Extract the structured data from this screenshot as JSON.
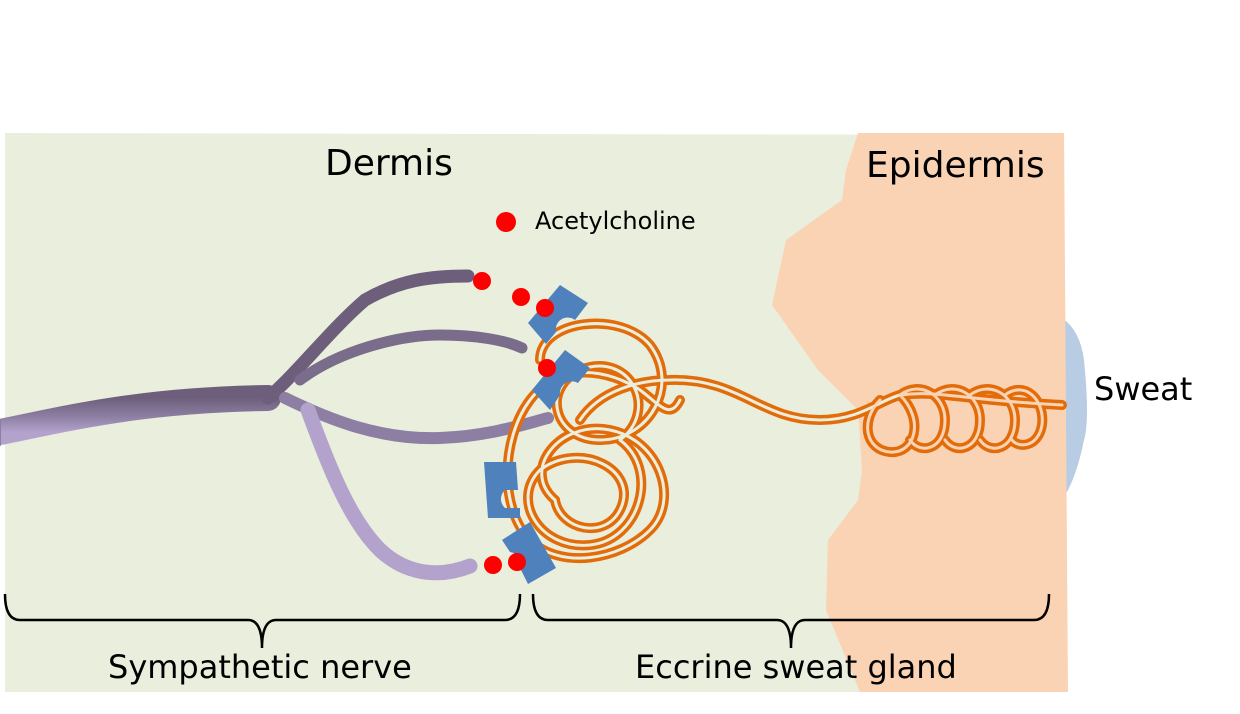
{
  "regions": {
    "dermis": "Dermis",
    "epidermis": "Epidermis"
  },
  "legend": {
    "acetylcholine": "Acetylcholine"
  },
  "output": {
    "sweat": "Sweat"
  },
  "brackets": {
    "nerve": "Sympathetic nerve",
    "gland": "Eccrine sweat gland"
  },
  "colors": {
    "dermis_bg": "#eaeedc",
    "epidermis_bg": "#fad3b4",
    "nerve_dark": "#6d5f7b",
    "nerve_light": "#b3a2cc",
    "gland_orange": "#e36c0a",
    "receptor_blue": "#4f81bd",
    "acetylcholine_red": "#ff0000",
    "sweat_blue": "#b8cce4"
  }
}
